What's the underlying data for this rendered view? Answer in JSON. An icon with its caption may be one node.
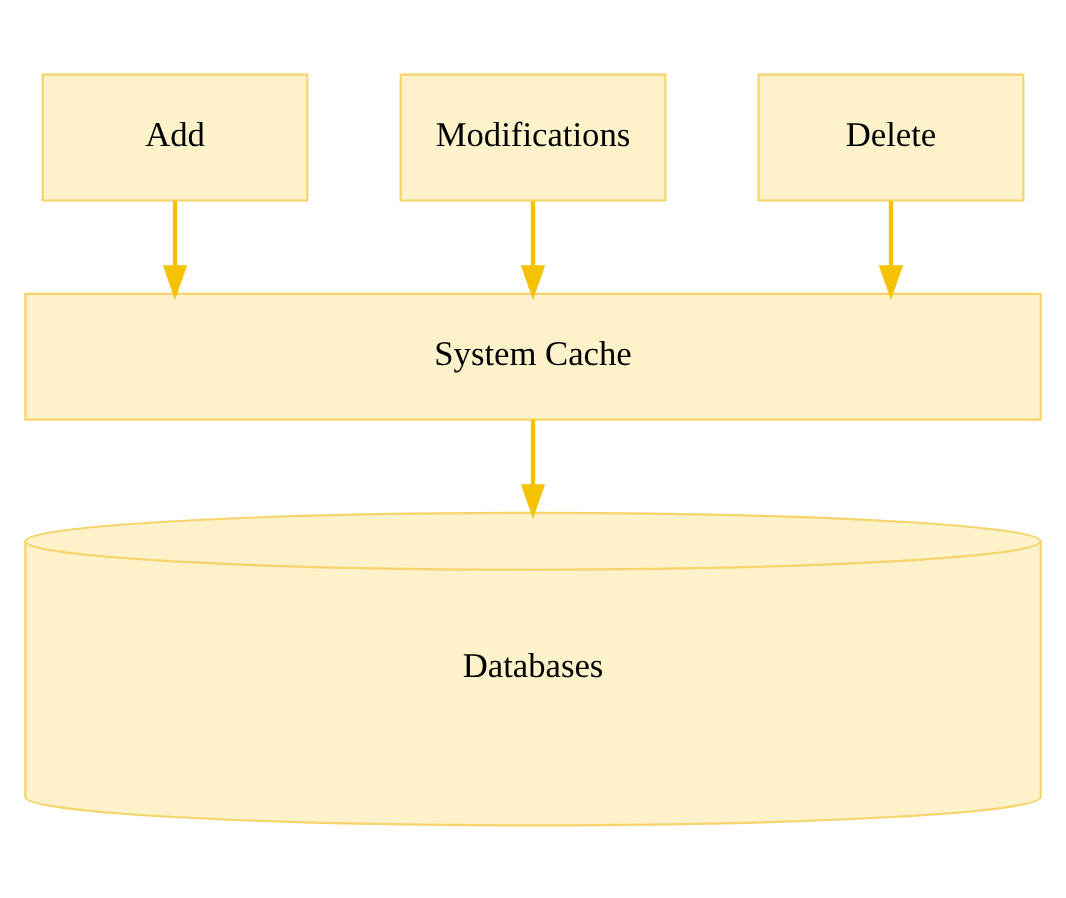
{
  "diagram": {
    "nodes": [
      {
        "text": [
          "Add"
        ]
      },
      {
        "text": [
          "Modifications"
        ]
      },
      {
        "text": [
          "Delete"
        ]
      },
      {
        "text": [
          "System Cache"
        ]
      },
      {
        "text": [
          "Databases"
        ]
      }
    ],
    "edges": [
      {
        "from": 0,
        "to": 3,
        "arrow": "to"
      },
      {
        "from": 1,
        "to": 3,
        "arrow": "to"
      },
      {
        "from": 2,
        "to": 3,
        "arrow": "to"
      },
      {
        "from": 3,
        "to": 4,
        "arrow": "to"
      }
    ]
  }
}
